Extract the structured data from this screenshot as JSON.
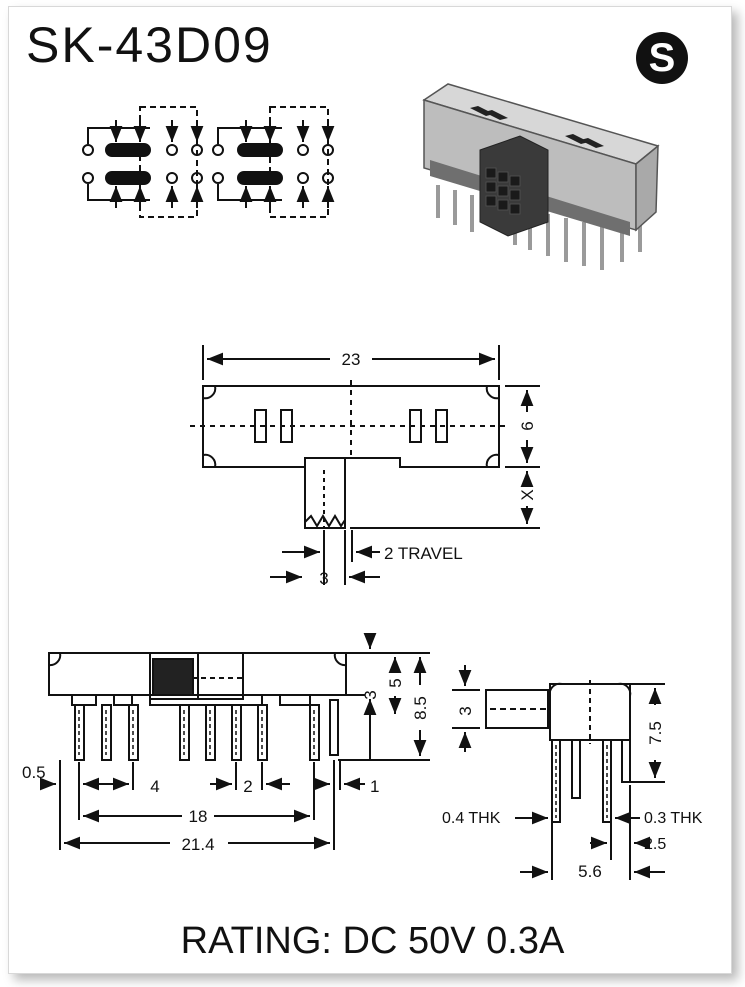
{
  "title": "SK-43D09",
  "logo_letter": "S",
  "rating": "RATING: DC 50V 0.3A",
  "top_view": {
    "width": "23",
    "height": "6",
    "extension": "X",
    "travel": "2 TRAVEL",
    "actuator_width": "3"
  },
  "front_view": {
    "body_height": "3",
    "height_to_actuator": "5",
    "total_height": "8.5",
    "pin_thickness": "0.5",
    "pitch_group": "4",
    "pitch": "2",
    "edge_offset": "1",
    "pin_span": "18",
    "overall_span": "21.4"
  },
  "side_view": {
    "actuator_height": "3",
    "pin_length": "7.5",
    "pin_thk_left": "0.4 THK",
    "pin_thk_right": "0.3 THK",
    "row_offset": "2.5",
    "row_span": "5.6"
  }
}
